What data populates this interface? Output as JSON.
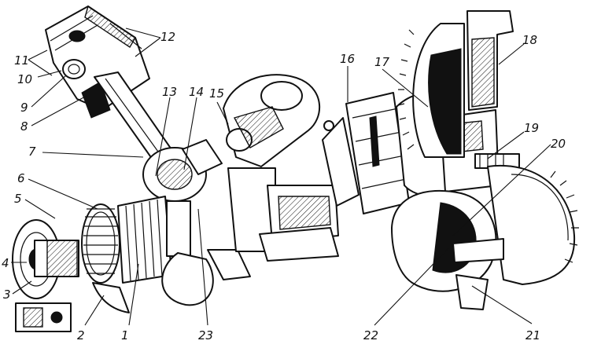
{
  "labels": {
    "l1": "1",
    "l2": "2",
    "l3": "3",
    "l4": "4",
    "l5": "5",
    "l6": "6",
    "l7": "7",
    "l8": "8",
    "l9": "9",
    "l10": "10",
    "l11": "11",
    "l12": "12",
    "l13": "13",
    "l14": "14",
    "l15": "15",
    "l16": "16",
    "l17": "17",
    "l18": "18",
    "l19": "19",
    "l20": "20",
    "l21": "21",
    "l22": "22",
    "l23": "23"
  }
}
